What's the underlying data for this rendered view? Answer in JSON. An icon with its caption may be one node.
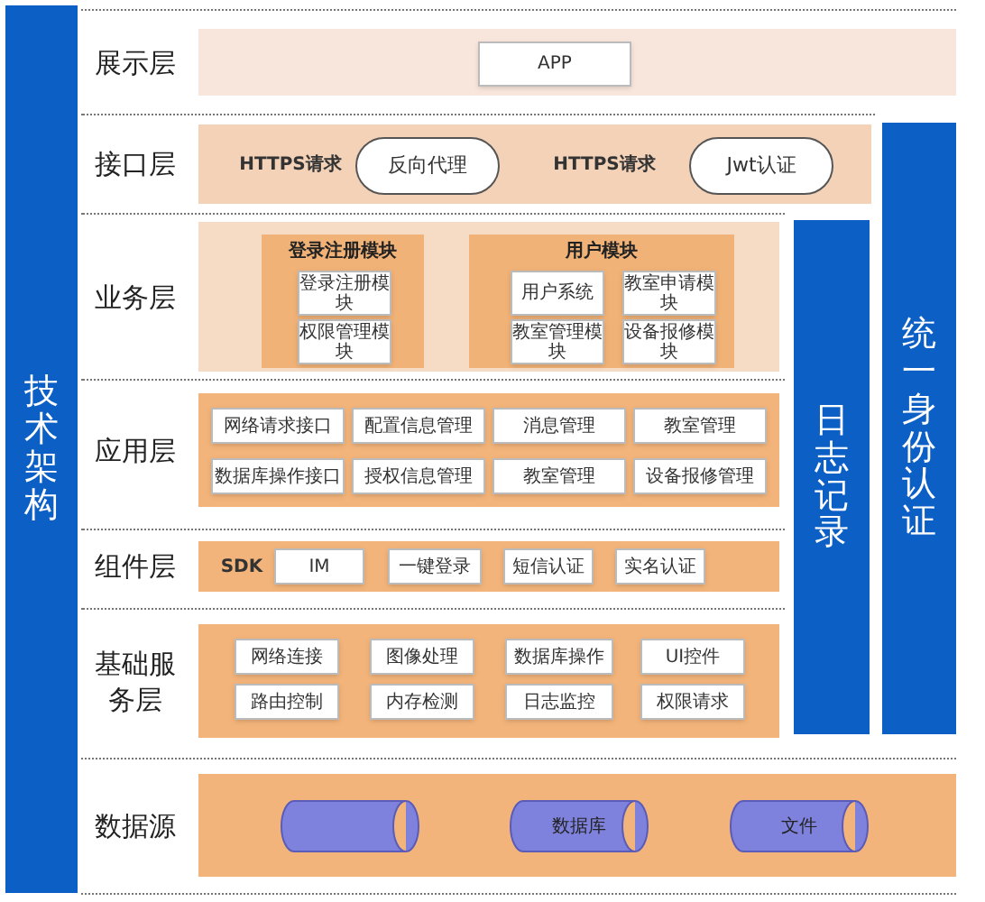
{
  "diagram": {
    "nodes": [
      {
        "text": [
          "技术架构"
        ]
      },
      {
        "text": [
          "展示层"
        ]
      },
      {
        "text": [
          "APP"
        ],
        "in": 1
      },
      {
        "text": [
          "接口层"
        ]
      },
      {
        "text": [
          "HTTPS请求"
        ],
        "in": 3
      },
      {
        "text": [
          "反向代理"
        ],
        "in": 3
      },
      {
        "text": [
          "HTTPS请求"
        ],
        "in": 3
      },
      {
        "text": [
          "Jwt认证"
        ],
        "in": 3
      },
      {
        "text": [
          "业务层"
        ]
      },
      {
        "text": [
          "登录注册模块"
        ],
        "in": 8
      },
      {
        "text": [
          "登录注册模块"
        ],
        "in": 9
      },
      {
        "text": [
          "权限管理模块"
        ],
        "in": 9
      },
      {
        "text": [
          "用户模块"
        ],
        "in": 8
      },
      {
        "text": [
          "用户系统"
        ],
        "in": 12
      },
      {
        "text": [
          "教室申请模块"
        ],
        "in": 12
      },
      {
        "text": [
          "教室管理模块"
        ],
        "in": 12
      },
      {
        "text": [
          "设备报修模块"
        ],
        "in": 12
      },
      {
        "text": [
          "应用层"
        ]
      },
      {
        "text": [
          "网络请求接口"
        ],
        "in": 17
      },
      {
        "text": [
          "配置信息管理"
        ],
        "in": 17
      },
      {
        "text": [
          "消息管理"
        ],
        "in": 17
      },
      {
        "text": [
          "教室管理"
        ],
        "in": 17
      },
      {
        "text": [
          "数据库操作接口"
        ],
        "in": 17
      },
      {
        "text": [
          "授权信息管理"
        ],
        "in": 17
      },
      {
        "text": [
          "教室管理"
        ],
        "in": 17
      },
      {
        "text": [
          "设备报修管理"
        ],
        "in": 17
      },
      {
        "text": [
          "组件层"
        ]
      },
      {
        "text": [
          "SDK"
        ],
        "in": 26
      },
      {
        "text": [
          "IM"
        ],
        "in": 26
      },
      {
        "text": [
          "一键登录"
        ],
        "in": 26
      },
      {
        "text": [
          "短信认证"
        ],
        "in": 26
      },
      {
        "text": [
          "实名认证"
        ],
        "in": 26
      },
      {
        "text": [
          "基础服务层"
        ]
      },
      {
        "text": [
          "网络连接"
        ],
        "in": 32
      },
      {
        "text": [
          "图像处理"
        ],
        "in": 32
      },
      {
        "text": [
          "数据库操作"
        ],
        "in": 32
      },
      {
        "text": [
          "UI控件"
        ],
        "in": 32
      },
      {
        "text": [
          "路由控制"
        ],
        "in": 32
      },
      {
        "text": [
          "内存检测"
        ],
        "in": 32
      },
      {
        "text": [
          "日志监控"
        ],
        "in": 32
      },
      {
        "text": [
          "权限请求"
        ],
        "in": 32
      },
      {
        "text": [
          "数据源"
        ]
      },
      {
        "text": [],
        "shape": "cylinder",
        "in": 41
      },
      {
        "text": [
          "数据库"
        ],
        "in": 41
      },
      {
        "text": [
          "文件"
        ],
        "in": 41
      },
      {
        "text": [
          "日志记录"
        ]
      },
      {
        "text": [
          "统一身份认证"
        ]
      }
    ]
  }
}
